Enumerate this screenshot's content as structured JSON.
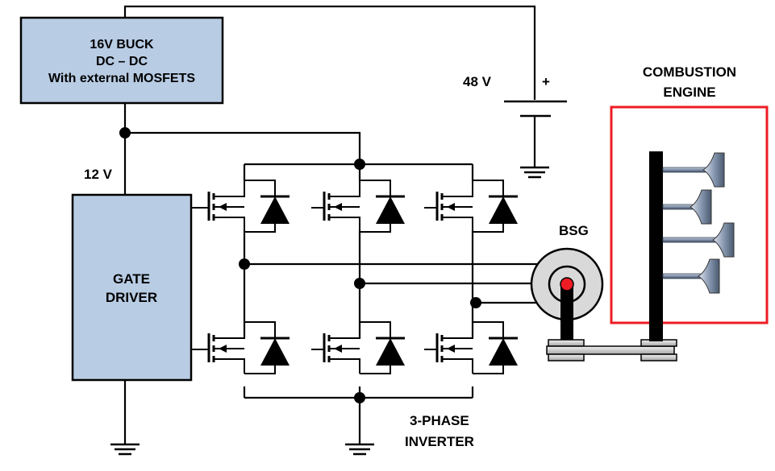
{
  "buck": {
    "line1": "16V BUCK",
    "line2": "DC – DC",
    "line3": "With external MOSFETS"
  },
  "gate_driver": {
    "line1": "GATE",
    "line2": "DRIVER"
  },
  "voltages": {
    "v12": "12 V",
    "v48": "48 V",
    "plus": "+"
  },
  "engine": {
    "line1": "COMBUSTION",
    "line2": "ENGINE"
  },
  "bsg": {
    "label": "BSG"
  },
  "inverter": {
    "line1": "3-PHASE",
    "line2": "INVERTER"
  },
  "colors": {
    "block_fill": "#b8cce4",
    "engine_border": "#ee1c24",
    "rotor_dot": "#ee1c24",
    "motor_fill": "#d9d9d9",
    "valve_color": "#8496b0"
  }
}
